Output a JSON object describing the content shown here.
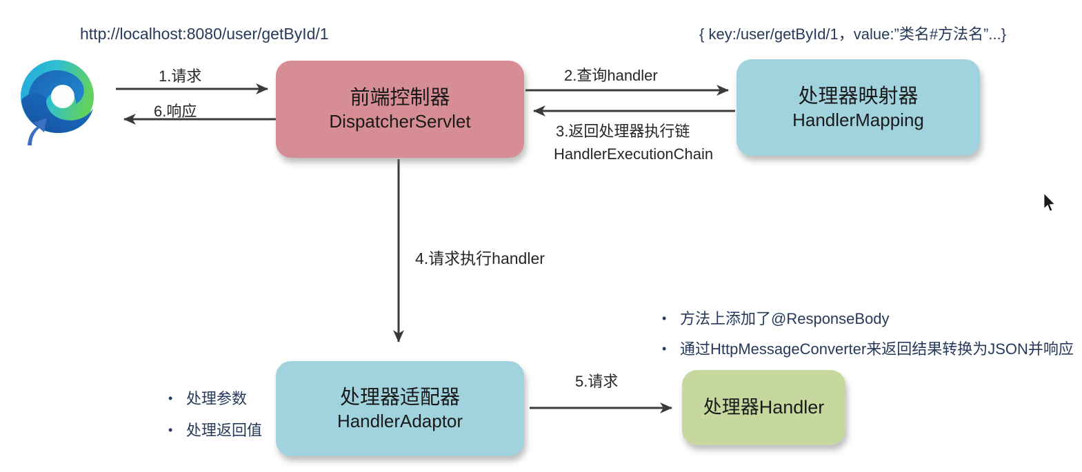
{
  "annotations": {
    "request_url": "http://localhost:8080/user/getById/1",
    "mapping_entry": "{ key:/user/getById/1，value:”类名#方法名”...}"
  },
  "nodes": {
    "dispatcher_servlet": {
      "title": "前端控制器",
      "subtitle": "DispatcherServlet",
      "color": "#d68e94"
    },
    "handler_mapping": {
      "title": "处理器映射器",
      "subtitle": "HandlerMapping",
      "color": "#a1d3df"
    },
    "handler_adaptor": {
      "title": "处理器适配器",
      "subtitle": "HandlerAdaptor",
      "color": "#a1d3df"
    },
    "handler": {
      "title": "处理器Handler",
      "color": "#c6d89e"
    }
  },
  "edges": {
    "step1_label": "1.请求",
    "step6_label": "6.响应",
    "step2_label": "2.查询handler",
    "step3_label_line1": "3.返回处理器执行链",
    "step3_label_line2": "HandlerExecutionChain",
    "step4_label": "4.请求执行handler",
    "step5_label": "5.请求"
  },
  "notes": {
    "adaptor_items": [
      "处理参数",
      "处理返回值"
    ],
    "handler_items": [
      "方法上添加了@ResponseBody",
      "通过HttpMessageConverter来返回结果转换为JSON并响应"
    ]
  },
  "icons": {
    "browser": "edge-browser-icon",
    "cursor": "mouse-cursor-icon"
  },
  "colors": {
    "node_pink": "#d68e94",
    "node_blue": "#a1d3df",
    "node_green": "#c6d89e",
    "text_navy": "#26395b",
    "text_black": "#262626",
    "arrow": "#3a3a3a"
  }
}
